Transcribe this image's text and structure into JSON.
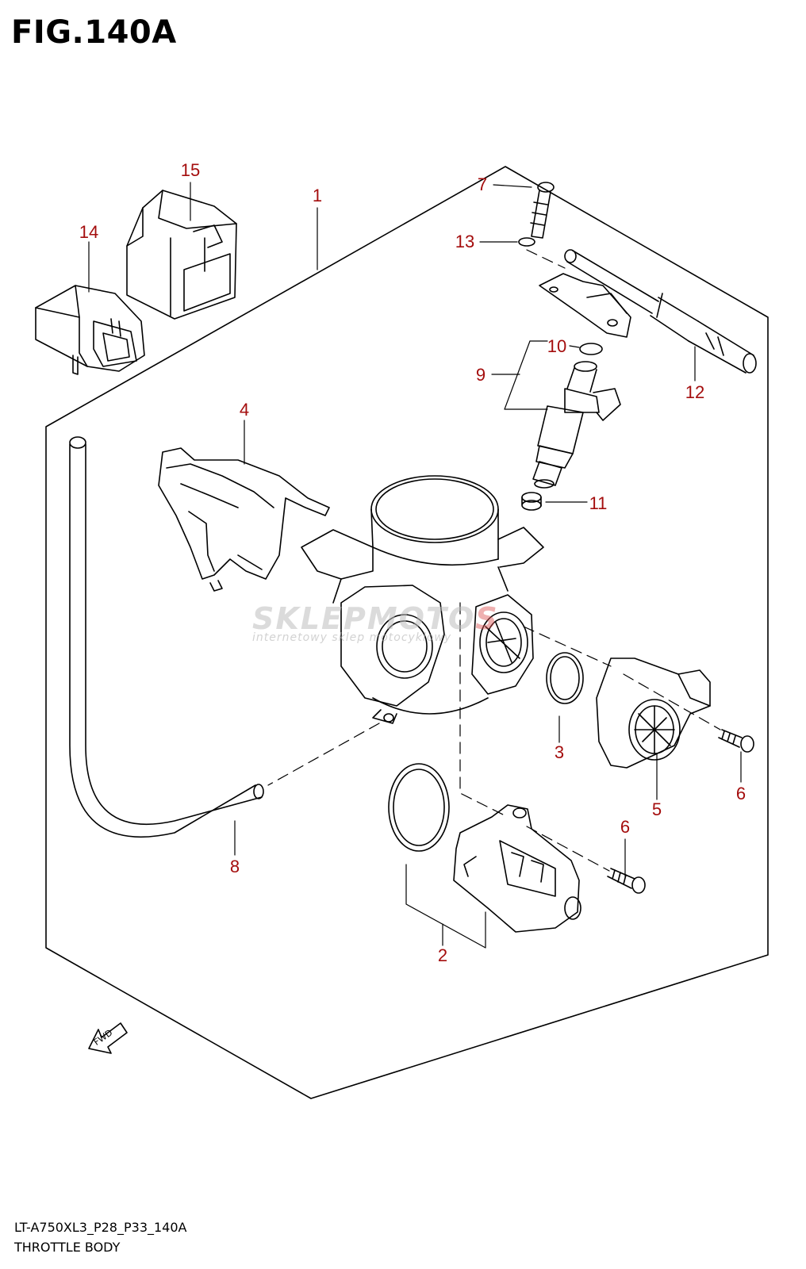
{
  "figure": {
    "title": "FIG.140A",
    "model_code": "LT-A750XL3_P28_P33_140A",
    "section_name": "THROTTLE BODY"
  },
  "watermark": {
    "brand_left": "SKLEPMOTO",
    "brand_right": "S",
    "tagline": "internetowy sklep motocyklowy"
  },
  "direction_marker": {
    "label": "FWD"
  },
  "callouts": [
    {
      "id": "c1",
      "number": "1"
    },
    {
      "id": "c2",
      "number": "2"
    },
    {
      "id": "c3",
      "number": "3"
    },
    {
      "id": "c4",
      "number": "4"
    },
    {
      "id": "c5",
      "number": "5"
    },
    {
      "id": "c6a",
      "number": "6"
    },
    {
      "id": "c6b",
      "number": "6"
    },
    {
      "id": "c7",
      "number": "7"
    },
    {
      "id": "c8",
      "number": "8"
    },
    {
      "id": "c9",
      "number": "9"
    },
    {
      "id": "c10",
      "number": "10"
    },
    {
      "id": "c11",
      "number": "11"
    },
    {
      "id": "c12",
      "number": "12"
    },
    {
      "id": "c13",
      "number": "13"
    },
    {
      "id": "c14",
      "number": "14"
    },
    {
      "id": "c15",
      "number": "15"
    }
  ],
  "colors": {
    "callout": "#a40d0d",
    "line": "#000000"
  }
}
